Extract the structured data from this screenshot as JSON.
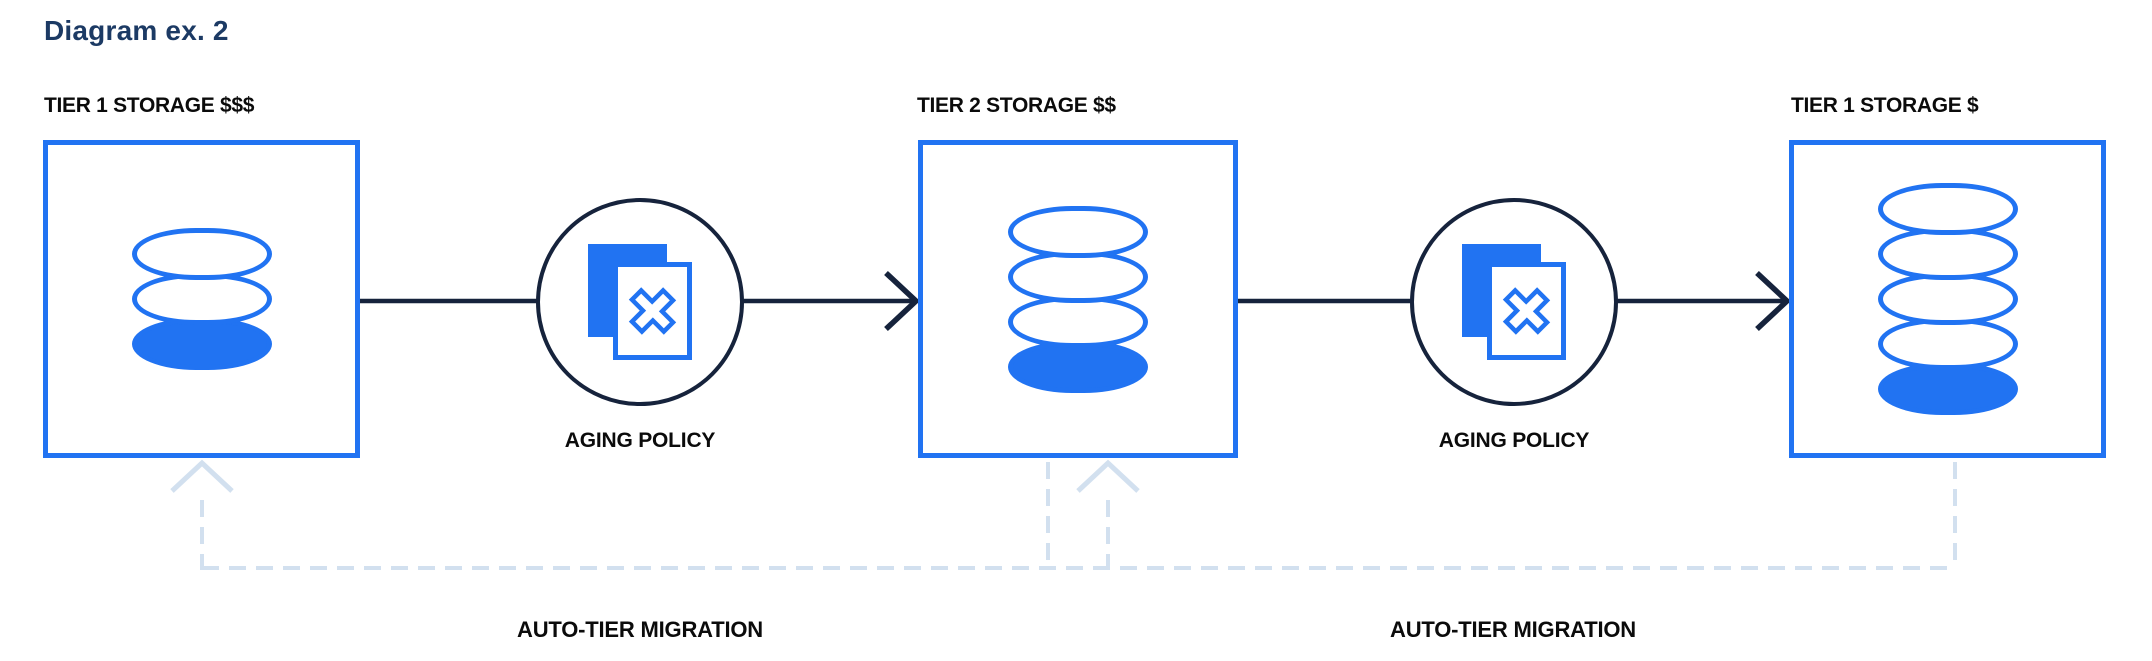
{
  "title": "Diagram ex. 2",
  "colors": {
    "blue": "#2173F2",
    "navy": "#16233C",
    "navy_title": "#1C3A64",
    "dash": "#D2E0EF",
    "text": "#0B0B0B",
    "bg": "#FFFFFF"
  },
  "nodes": [
    {
      "label": "TIER 1 STORAGE $$$",
      "disks": 3
    },
    {
      "label": "TIER 2 STORAGE $$",
      "disks": 4
    },
    {
      "label": "TIER 1 STORAGE $",
      "disks": 5
    }
  ],
  "policies": [
    {
      "label": "AGING POLICY"
    },
    {
      "label": "AGING POLICY"
    }
  ],
  "migrations": [
    {
      "label": "AUTO-TIER MIGRATION"
    },
    {
      "label": "AUTO-TIER MIGRATION"
    }
  ]
}
